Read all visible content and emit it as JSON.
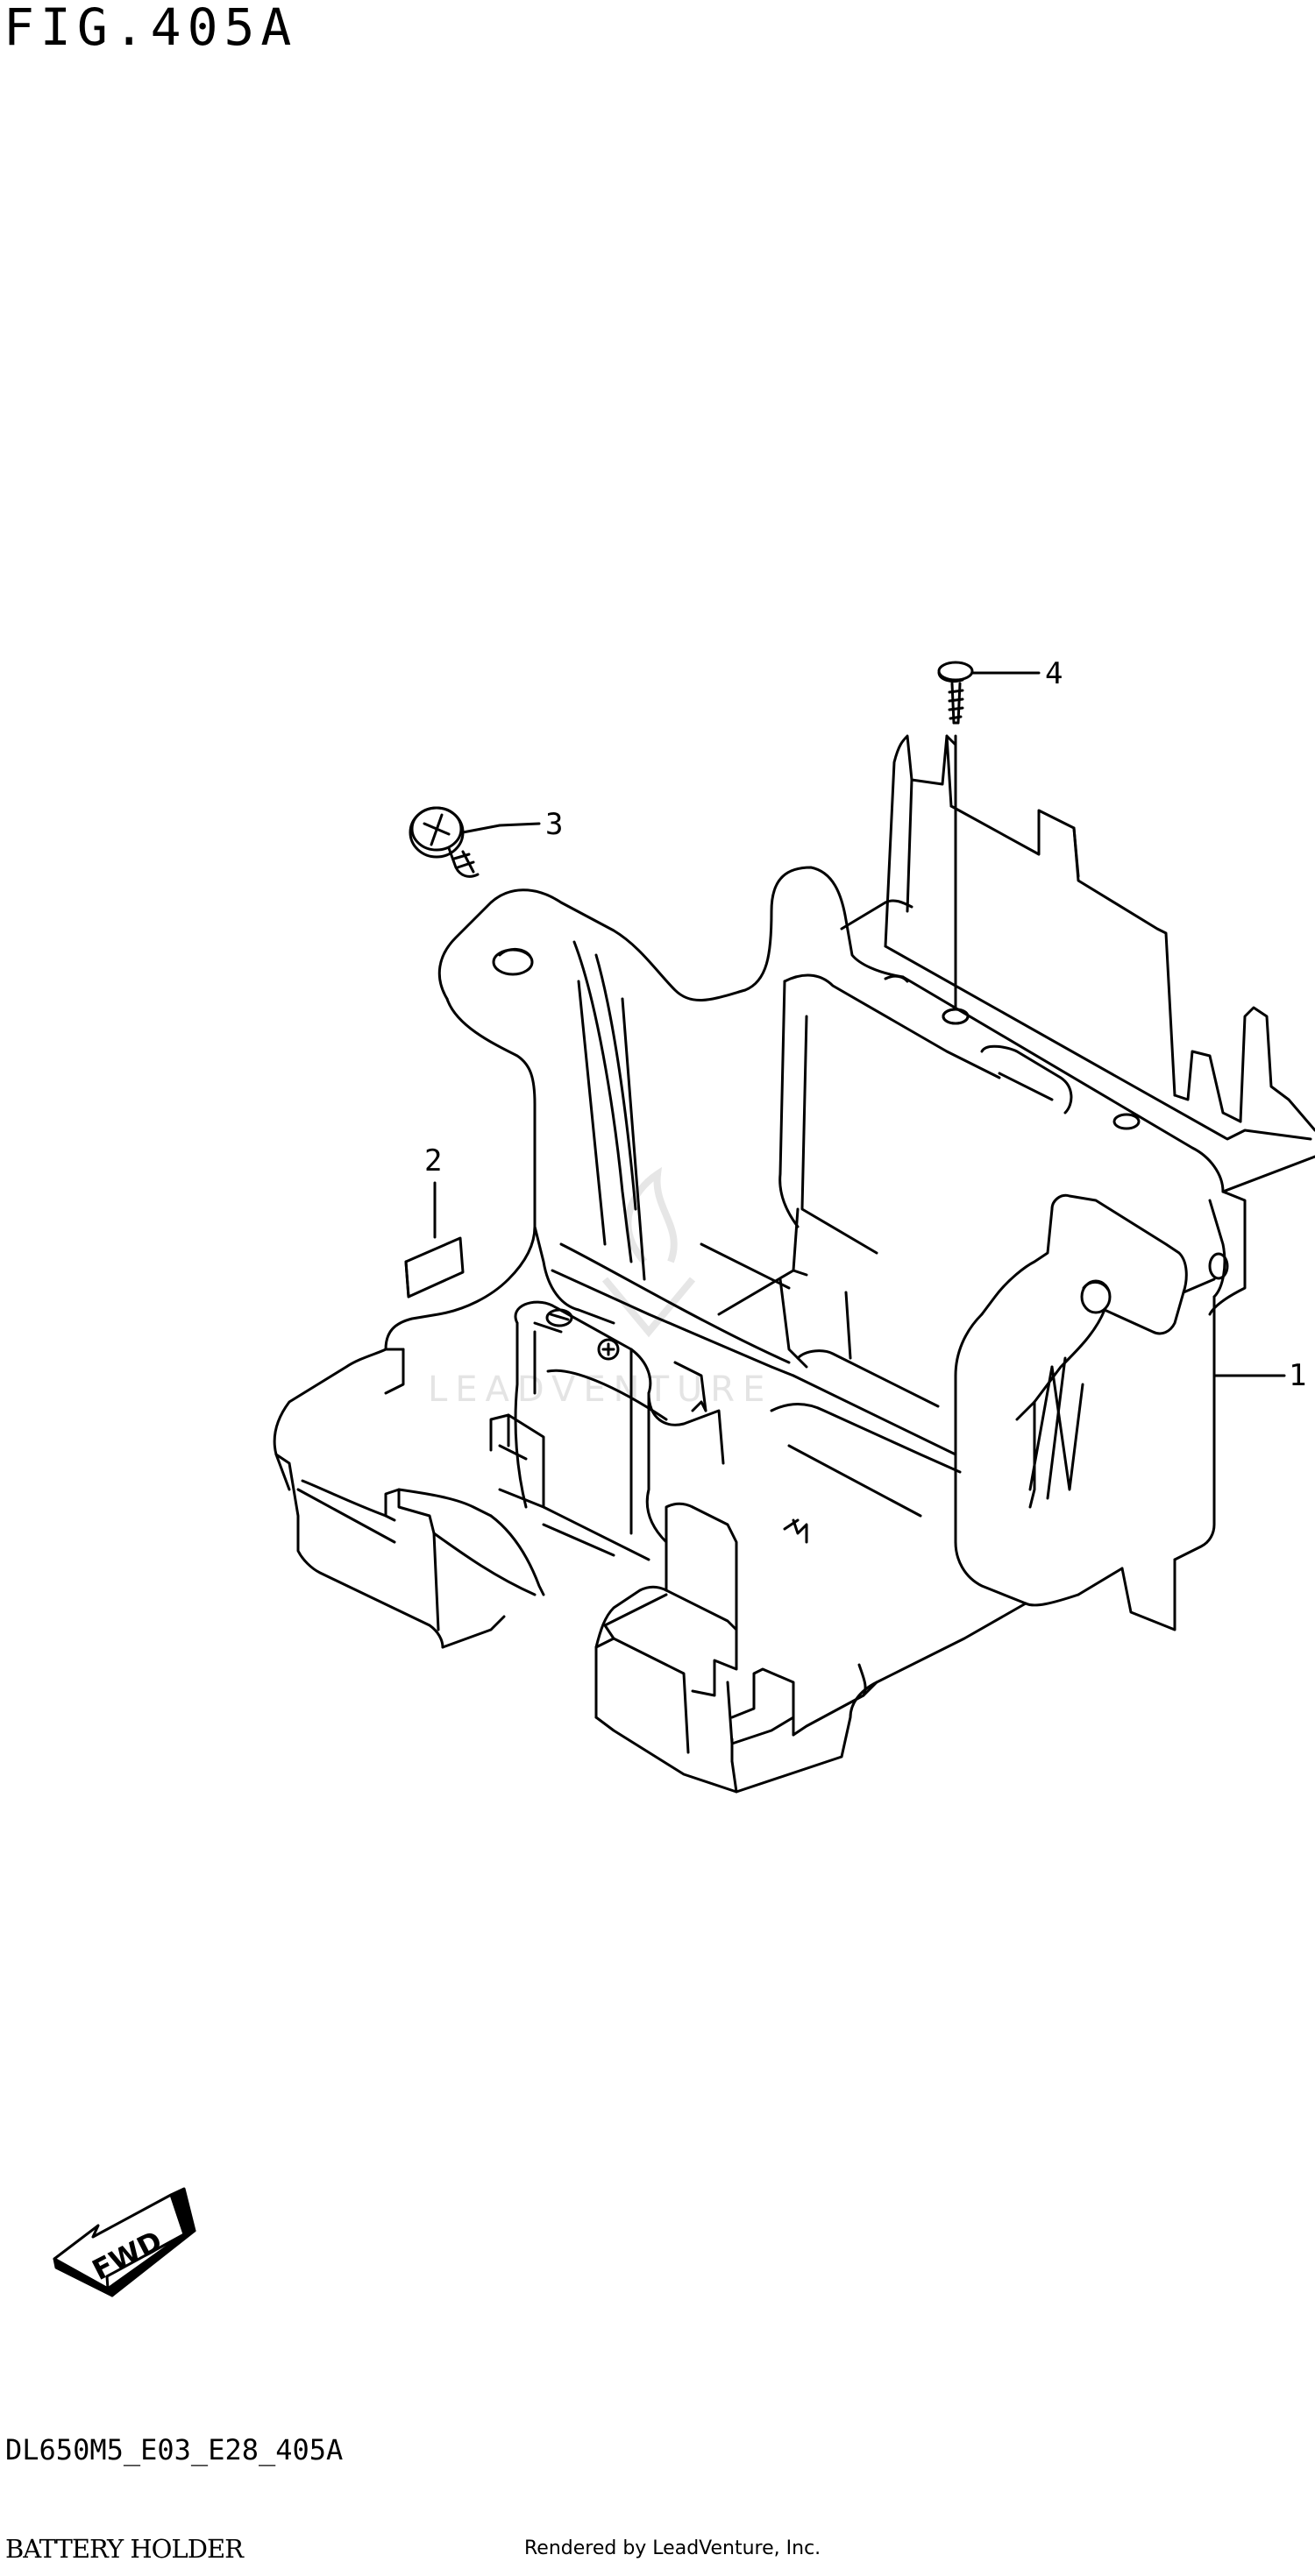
{
  "figure": {
    "title": "FIG.405A",
    "model_code": "DL650M5_E03_E28_405A",
    "part_group_name": "BATTERY HOLDER",
    "credit": "Rendered by LeadVenture, Inc.",
    "watermark": "LEADVENTURE"
  },
  "callouts": [
    {
      "number": "1",
      "part": "battery holder"
    },
    {
      "number": "2",
      "part": "pad"
    },
    {
      "number": "3",
      "part": "bolt"
    },
    {
      "number": "4",
      "part": "screw"
    }
  ],
  "direction_arrow": {
    "label": "FWD",
    "icon": "fwd-arrow-icon"
  },
  "colors": {
    "line": "#000000",
    "background": "#ffffff",
    "watermark": "#e4e4e4"
  }
}
